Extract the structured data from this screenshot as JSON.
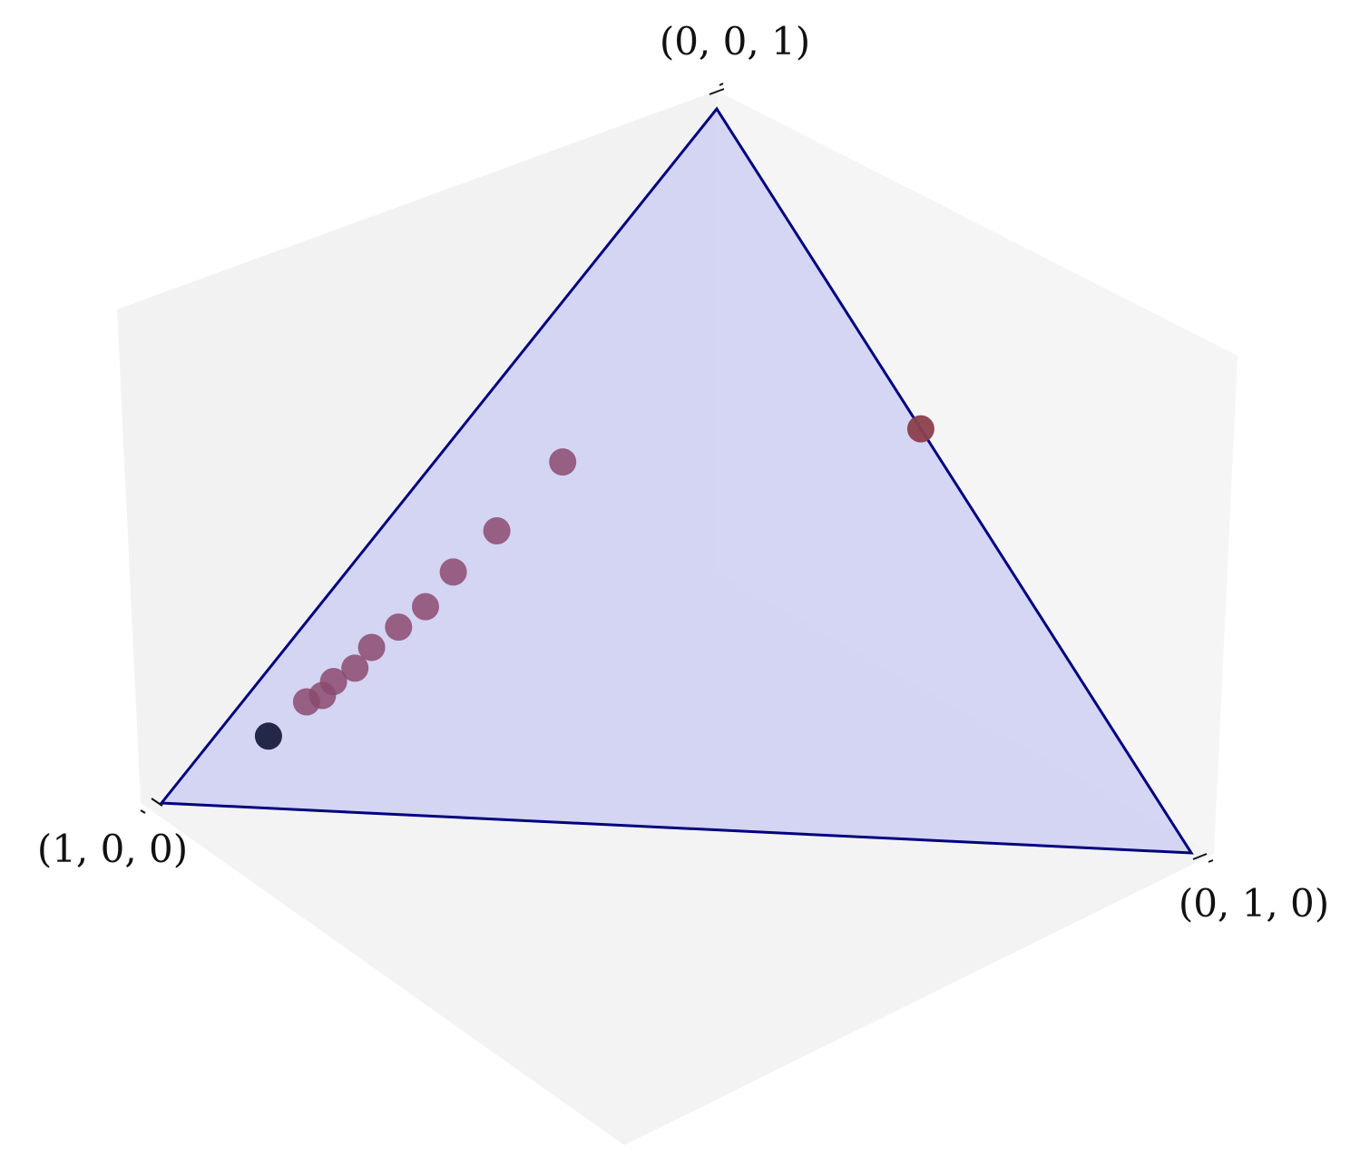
{
  "chart_data": {
    "type": "scatter",
    "projection": "3d",
    "title": "",
    "grid": false,
    "vertex_labels": {
      "x": "(1, 0, 0)",
      "y": "(0, 1, 0)",
      "z": "(0, 0, 1)"
    },
    "colors": {
      "simplex_fill": "#c9c9f3",
      "simplex_edge": "#000080",
      "pane_left": "#f2f2f2",
      "pane_right": "#f5f5f5",
      "pane_bottom": "#f3f3f3",
      "start_point": "#232849",
      "trajectory_point": "#8b4a6e",
      "end_point": "#8b3f4c"
    },
    "series": [
      {
        "points": [
          {
            "x": 0.85,
            "y": 0.05,
            "z": 0.1
          },
          {
            "x": 0.79,
            "y": 0.06,
            "z": 0.15
          },
          {
            "x": 0.77,
            "y": 0.07,
            "z": 0.16
          },
          {
            "x": 0.75,
            "y": 0.07,
            "z": 0.18
          },
          {
            "x": 0.72,
            "y": 0.08,
            "z": 0.2
          },
          {
            "x": 0.69,
            "y": 0.08,
            "z": 0.23
          },
          {
            "x": 0.65,
            "y": 0.09,
            "z": 0.26
          },
          {
            "x": 0.61,
            "y": 0.1,
            "z": 0.29
          },
          {
            "x": 0.56,
            "y": 0.1,
            "z": 0.34
          },
          {
            "x": 0.49,
            "y": 0.11,
            "z": 0.4
          },
          {
            "x": 0.38,
            "y": 0.12,
            "z": 0.5
          },
          {
            "x": 0.0,
            "y": 0.43,
            "z": 0.57
          }
        ]
      }
    ]
  }
}
